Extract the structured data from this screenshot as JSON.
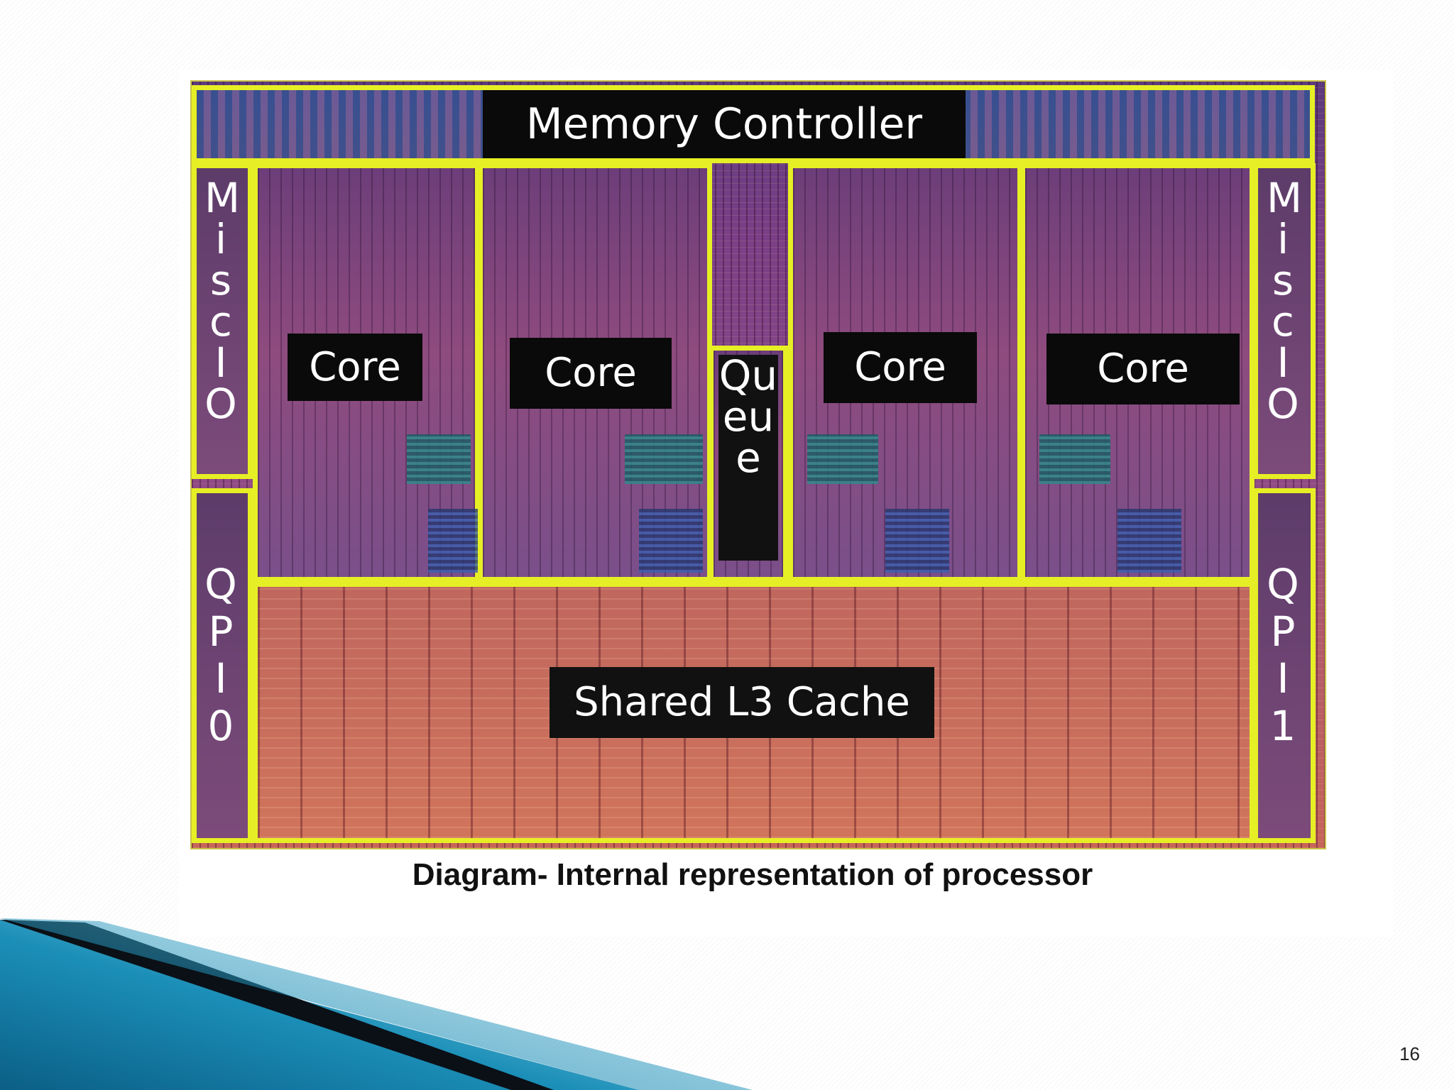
{
  "diagram": {
    "memory_controller": "Memory Controller",
    "cores": [
      "Core",
      "Core",
      "Core",
      "Core"
    ],
    "queue": "Queue",
    "shared_cache": "Shared L3 Cache",
    "misc_io_left": "MiscIO",
    "misc_io_right": "MiscIO",
    "qpi_left": "QPI0",
    "qpi_right": "QPI1"
  },
  "caption": "Diagram- Internal representation of processor",
  "page_number": "16"
}
